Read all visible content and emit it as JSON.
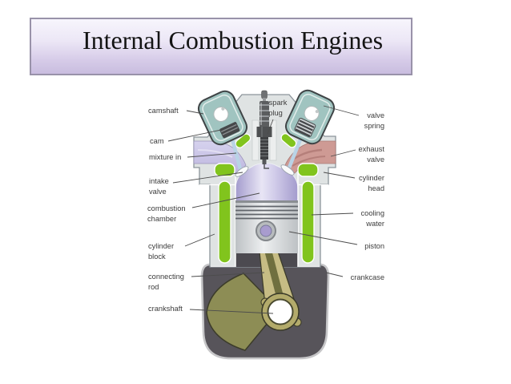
{
  "slide": {
    "title": "Internal Combustion Engines"
  },
  "diagram": {
    "subject": "labeled cross-section of a four-stroke internal combustion engine cylinder",
    "labels": {
      "camshaft": "camshaft",
      "cam": "cam",
      "mixture_in": "mixture in",
      "intake_valve": [
        "intake",
        "valve"
      ],
      "combustion_chamber": [
        "combustion",
        "chamber"
      ],
      "cylinder_block": [
        "cylinder",
        "block"
      ],
      "connecting_rod": [
        "connecting",
        "rod"
      ],
      "crankshaft": "crankshaft",
      "spark_plug": [
        "spark",
        "plug"
      ],
      "valve_spring": [
        "valve",
        "spring"
      ],
      "exhaust_valve": [
        "exhaust",
        "valve"
      ],
      "cylinder_head": [
        "cylinder",
        "head"
      ],
      "cooling_water": [
        "cooling",
        "water"
      ],
      "piston": "piston",
      "crankcase": "crankcase"
    },
    "palette": {
      "title_gradient_top": "#f7f5fc",
      "title_gradient_bottom": "#c9bddf",
      "title_border": "#9992a9",
      "cooling_water_green": "#81c41d",
      "valve_cover_teal": "#a0c4c0",
      "intake_lavender": "#c8c2e6",
      "exhaust_pink": "#ce9a94",
      "cylinder_interior_lavender": "#b0a8d6",
      "engine_metal_gray": "#dfe3e3",
      "crankcase_dark_gray": "#57545a",
      "crankshaft_olive": "#8d8d55",
      "connecting_rod_tan": "#c6bc84"
    }
  }
}
